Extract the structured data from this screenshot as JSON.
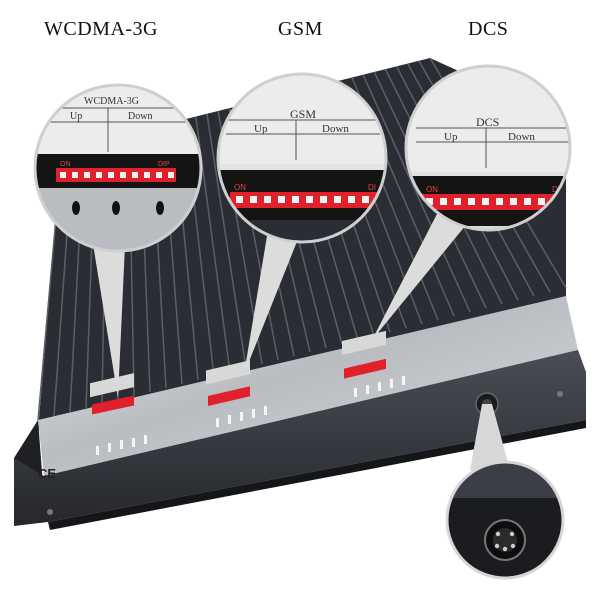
{
  "labels": {
    "wcdma": "WCDMA-3G",
    "gsm": "GSM",
    "dcs": "DCS"
  },
  "panels": {
    "wcdma": {
      "title": "WCDMA-3G",
      "up": "Up",
      "down": "Down",
      "on": "ON",
      "dip": "DIP"
    },
    "gsm": {
      "title": "GSM",
      "up": "Up",
      "down": "Down",
      "on": "ON",
      "dip": "DI"
    },
    "dcs": {
      "title": "DCS",
      "up": "Up",
      "down": "Down",
      "on": "ON",
      "dip": "DI"
    }
  },
  "device": {
    "mark": "CE"
  },
  "colors": {
    "switch_red": "#e0202a",
    "heatsink": "#2a2d33",
    "panel_silver": "#c9ccd0",
    "dark_body": "#3a3d44"
  }
}
